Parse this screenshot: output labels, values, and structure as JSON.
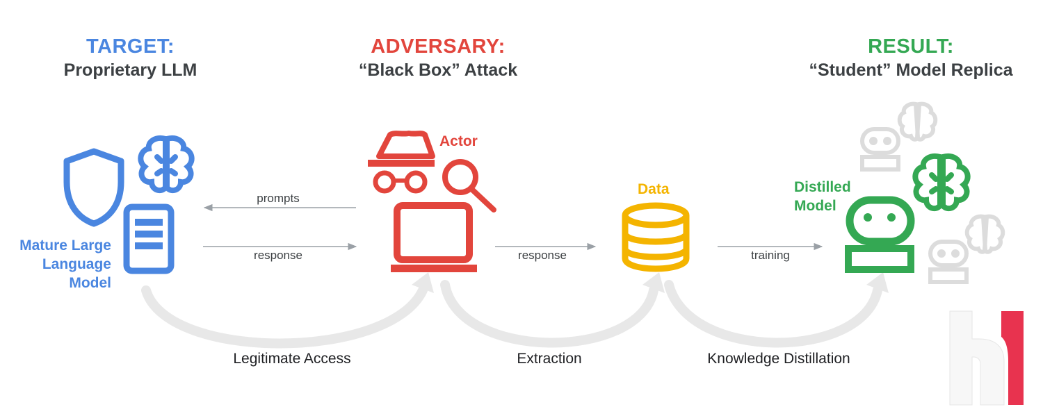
{
  "colors": {
    "target": "#4a86e0",
    "adversary": "#e2453c",
    "data": "#f4b400",
    "result": "#34a853",
    "ghost": "#d9d9d9",
    "arrow": "#9aa0a6",
    "curve": "#e8e8e8",
    "logo_red": "#e8334f"
  },
  "columns": {
    "target": {
      "kicker": "TARGET:",
      "subtitle": "Proprietary LLM",
      "icon_label_lines": [
        "Mature Large",
        "Language",
        "Model"
      ]
    },
    "adversary": {
      "kicker": "ADVERSARY:",
      "subtitle": "“Black Box” Attack",
      "icon_label": "Actor"
    },
    "data": {
      "icon_label": "Data"
    },
    "result": {
      "kicker": "RESULT:",
      "subtitle": "“Student” Model Replica",
      "icon_label_lines": [
        "Distilled",
        "Model"
      ]
    }
  },
  "flows": {
    "prompts": "prompts",
    "response_1": "response",
    "response_2": "response",
    "training": "training"
  },
  "stages": [
    "Legitimate Access",
    "Extraction",
    "Knowledge Distillation"
  ],
  "icons": {
    "target": [
      "shield-icon",
      "brain-icon",
      "document-icon"
    ],
    "adversary": [
      "spy-incognito-icon",
      "magnifier-icon",
      "laptop-icon"
    ],
    "data": [
      "database-icon"
    ],
    "result": [
      "robot-icon",
      "brain-icon",
      "ghost-robot-icon",
      "ghost-brain-icon"
    ],
    "watermark": "hl-logo-icon"
  }
}
